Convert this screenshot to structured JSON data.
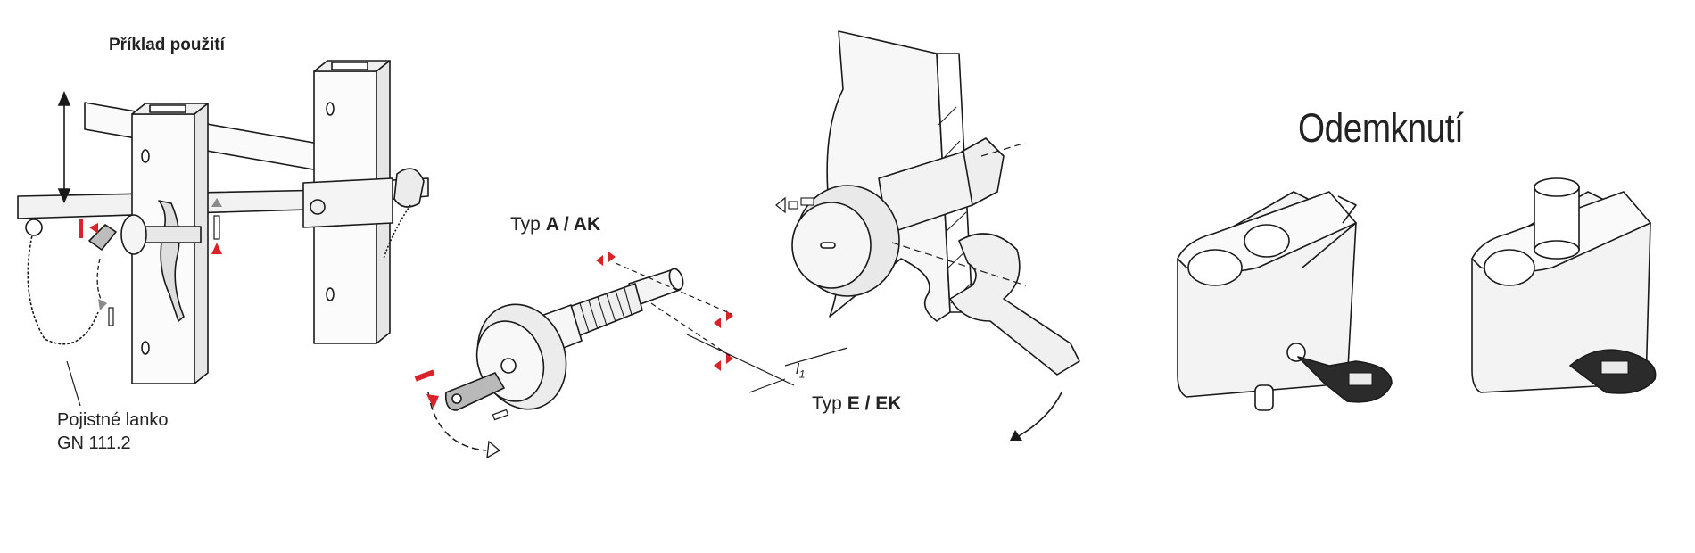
{
  "labels": {
    "usage_example": "Příklad použití",
    "cable_line1": "Pojistné lanko",
    "cable_line2": "GN 111.2",
    "type_a_prefix": "Typ ",
    "type_a_bold": "A / AK",
    "type_e_prefix": "Typ ",
    "type_e_bold": "E / EK",
    "dim_symbol": "l",
    "dim_sub": "1",
    "unlock": "Odemknutí"
  },
  "colors": {
    "accent_red": "#d8232a",
    "line": "#1a1a1a",
    "fill_light": "#f3f3f3",
    "fill_mid": "#dcdcdc",
    "arrow_grey": "#8a8a8a"
  },
  "icons": [
    "key-icon",
    "lock-icon",
    "wrench-icon",
    "rotation-arrow-icon"
  ]
}
